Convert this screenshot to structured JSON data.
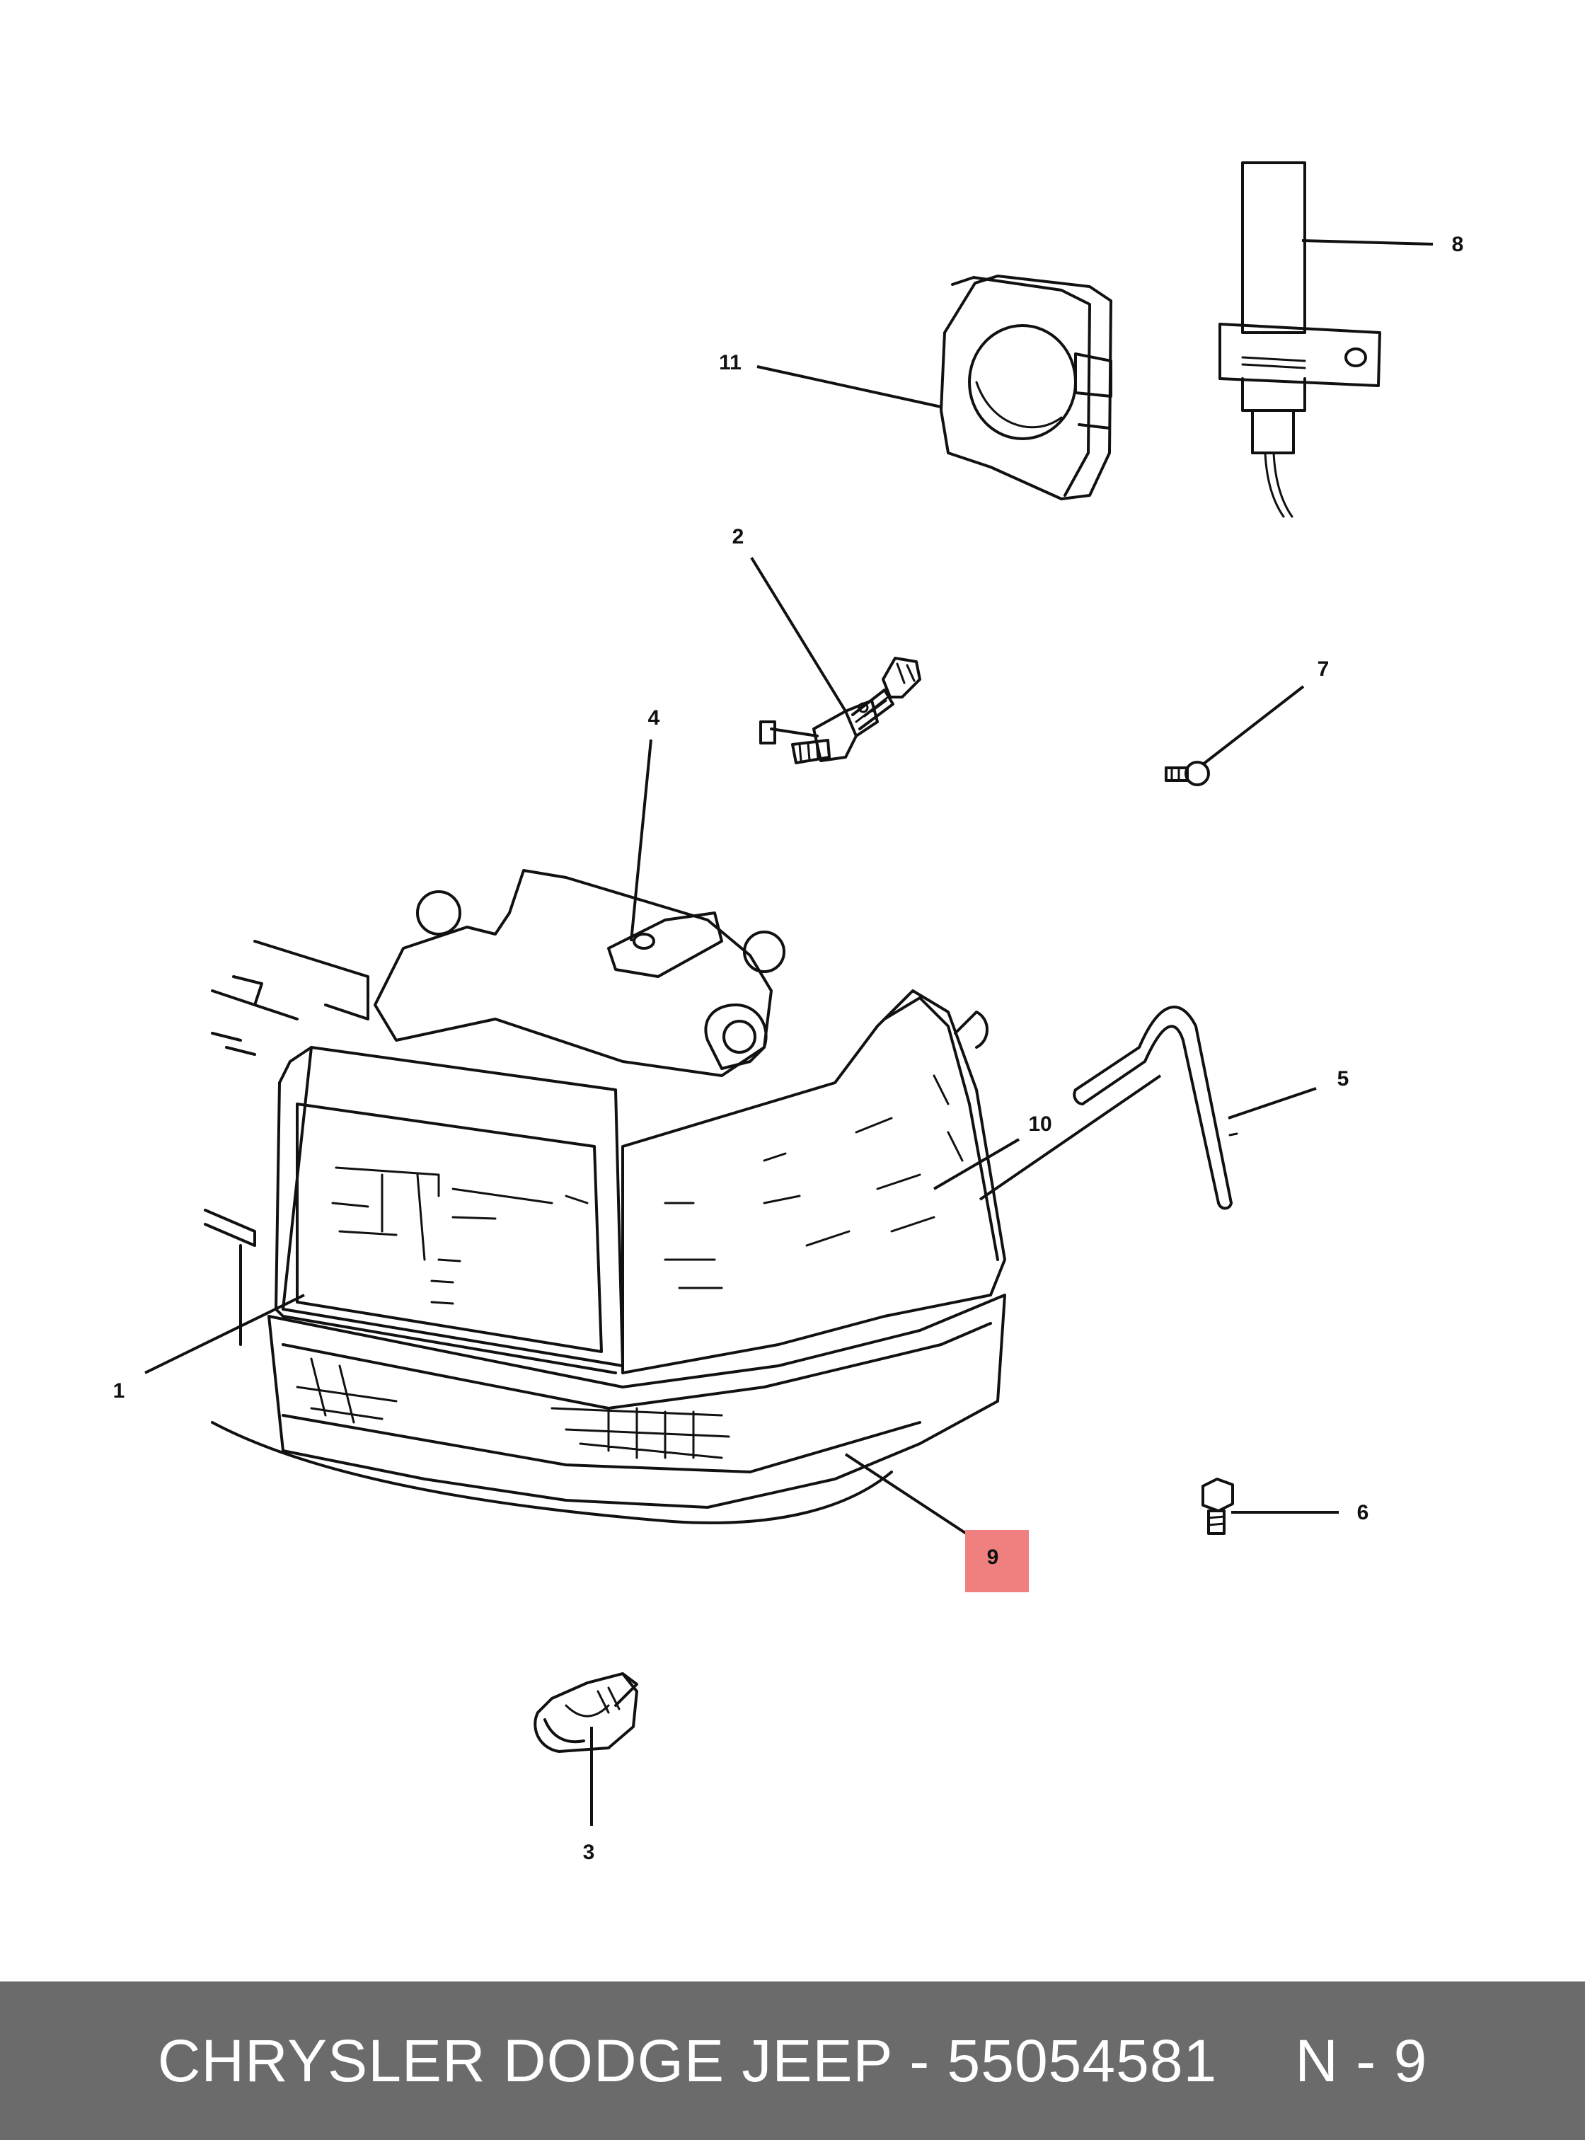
{
  "diagram": {
    "callouts": [
      {
        "id": "1",
        "label": "1"
      },
      {
        "id": "2",
        "label": "2"
      },
      {
        "id": "3",
        "label": "3"
      },
      {
        "id": "4",
        "label": "4"
      },
      {
        "id": "5",
        "label": "5"
      },
      {
        "id": "6",
        "label": "6"
      },
      {
        "id": "7",
        "label": "7"
      },
      {
        "id": "8",
        "label": "8"
      },
      {
        "id": "9",
        "label": "9",
        "highlighted": true,
        "highlight_color": "#f08080"
      },
      {
        "id": "10",
        "label": "10"
      },
      {
        "id": "11",
        "label": "11"
      }
    ]
  },
  "footer": {
    "part_text": "CHRYSLER DODGE JEEP - 55054581",
    "ref_text": "N - 9",
    "background_color": "#6b6b6b",
    "text_color": "#ffffff"
  }
}
